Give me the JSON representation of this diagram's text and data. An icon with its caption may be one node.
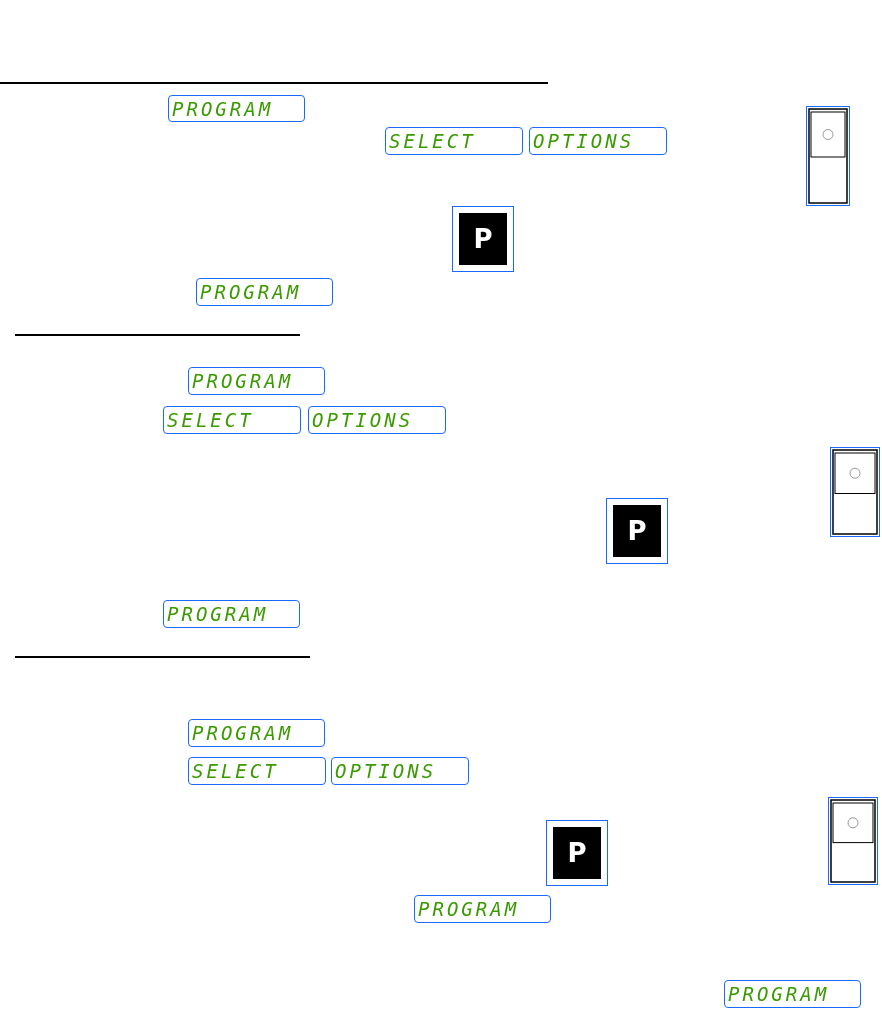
{
  "diagram": {
    "labels": [
      "PROGRAM",
      "SELECT",
      "OPTIONS",
      "P",
      "PROGRAM",
      "PROGRAM",
      "SELECT",
      "OPTIONS",
      "P",
      "PROGRAM",
      "PROGRAM",
      "SELECT",
      "OPTIONS",
      "P",
      "PROGRAM",
      "PROGRAM"
    ]
  }
}
